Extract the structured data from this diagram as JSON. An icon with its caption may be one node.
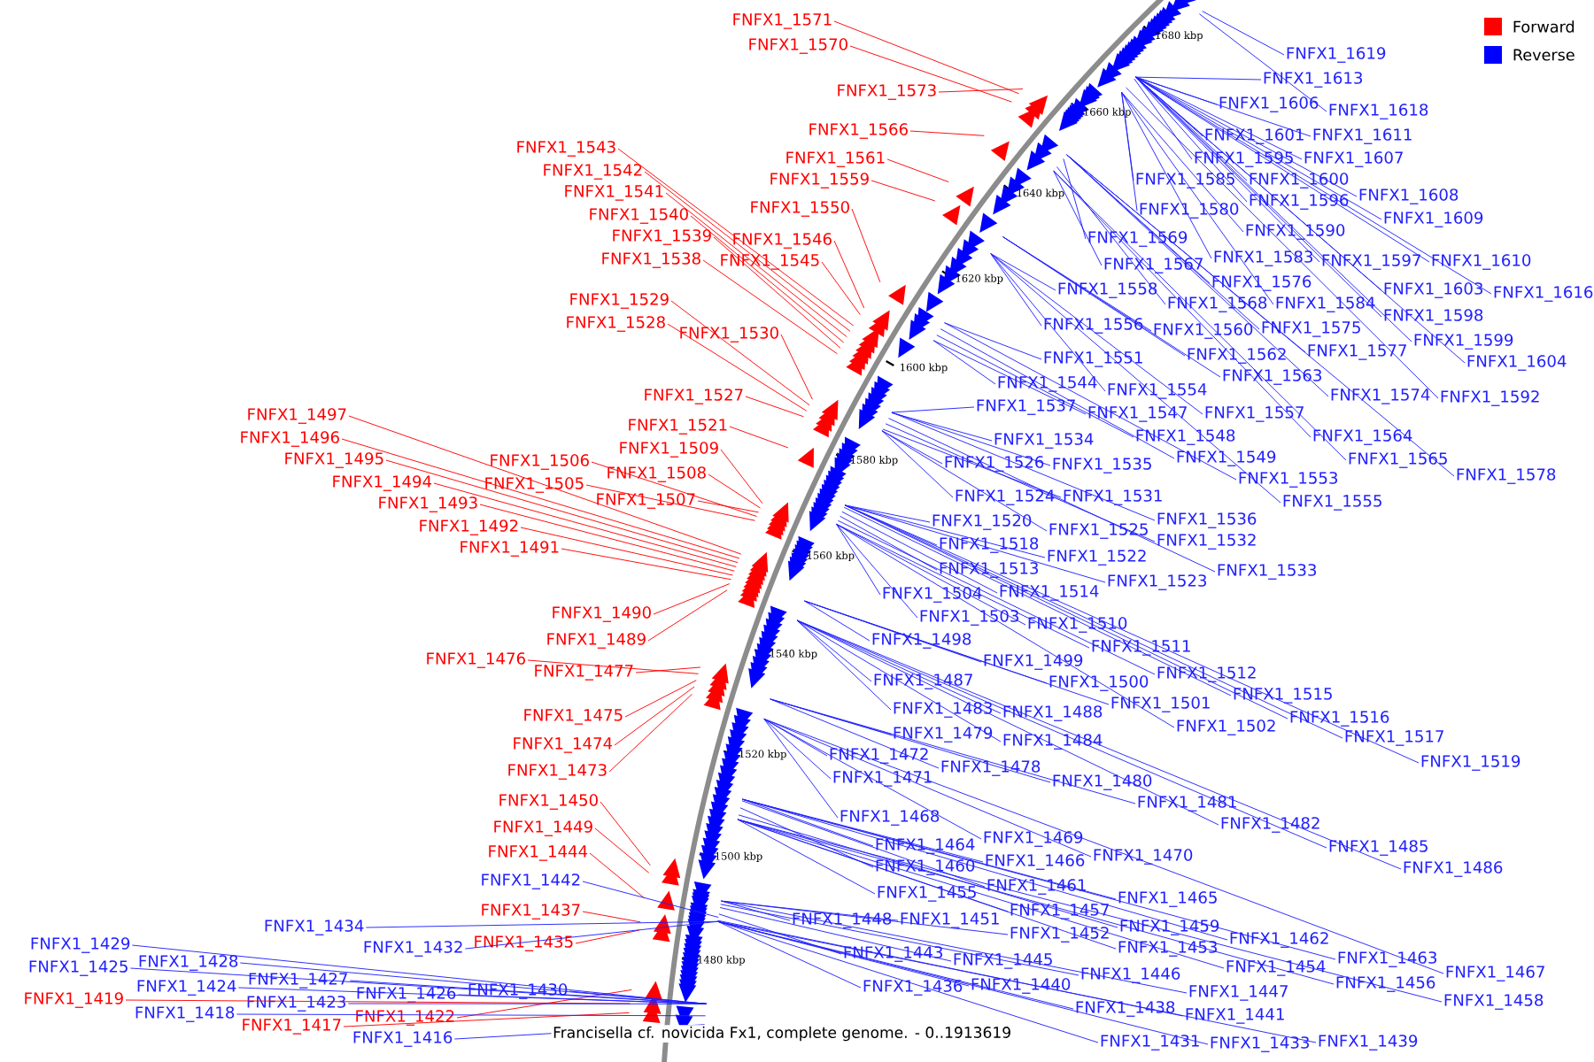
{
  "diagram": {
    "caption": "Francisella cf. novicida Fx1, complete genome. - 0..1913619",
    "nodes": [
      {
        "text": [
          "FNFX1_1571"
        ]
      },
      {
        "text": [
          "FNFX1_1570"
        ]
      },
      {
        "text": [
          "FNFX1_1573"
        ]
      },
      {
        "text": [
          "FNFX1_1566"
        ]
      },
      {
        "text": [
          "FNFX1_1561"
        ]
      },
      {
        "text": [
          "FNFX1_1559"
        ]
      },
      {
        "text": [
          "FNFX1_1550"
        ]
      },
      {
        "text": [
          "FNFX1_1543"
        ]
      },
      {
        "text": [
          "FNFX1_1542"
        ]
      },
      {
        "text": [
          "FNFX1_1541"
        ]
      },
      {
        "text": [
          "FNFX1_1540"
        ]
      },
      {
        "text": [
          "FNFX1_1539"
        ]
      },
      {
        "text": [
          "FNFX1_1546"
        ]
      },
      {
        "text": [
          "FNFX1_1538"
        ]
      },
      {
        "text": [
          "FNFX1_1545"
        ]
      },
      {
        "text": [
          "FNFX1_1529"
        ]
      },
      {
        "text": [
          "FNFX1_1528"
        ]
      },
      {
        "text": [
          "FNFX1_1530"
        ]
      },
      {
        "text": [
          "FNFX1_1527"
        ]
      },
      {
        "text": [
          "FNFX1_1497"
        ]
      },
      {
        "text": [
          "FNFX1_1521"
        ]
      },
      {
        "text": [
          "FNFX1_1496"
        ]
      },
      {
        "text": [
          "FNFX1_1509"
        ]
      },
      {
        "text": [
          "FNFX1_1495"
        ]
      },
      {
        "text": [
          "FNFX1_1506"
        ]
      },
      {
        "text": [
          "FNFX1_1508"
        ]
      },
      {
        "text": [
          "FNFX1_1494"
        ]
      },
      {
        "text": [
          "FNFX1_1505"
        ]
      },
      {
        "text": [
          "FNFX1_1507"
        ]
      },
      {
        "text": [
          "FNFX1_1493"
        ]
      },
      {
        "text": [
          "FNFX1_1492"
        ]
      },
      {
        "text": [
          "FNFX1_1491"
        ]
      },
      {
        "text": [
          "FNFX1_1490"
        ]
      },
      {
        "text": [
          "FNFX1_1489"
        ]
      },
      {
        "text": [
          "FNFX1_1476"
        ]
      },
      {
        "text": [
          "FNFX1_1477"
        ]
      },
      {
        "text": [
          "FNFX1_1475"
        ]
      },
      {
        "text": [
          "FNFX1_1474"
        ]
      },
      {
        "text": [
          "FNFX1_1473"
        ]
      },
      {
        "text": [
          "FNFX1_1450"
        ]
      },
      {
        "text": [
          "FNFX1_1449"
        ]
      },
      {
        "text": [
          "FNFX1_1444"
        ]
      },
      {
        "text": [
          "FNFX1_1437"
        ]
      },
      {
        "text": [
          "FNFX1_1435"
        ]
      },
      {
        "text": [
          "FNFX1_1419"
        ]
      },
      {
        "text": [
          "FNFX1_1422"
        ]
      },
      {
        "text": [
          "FNFX1_1417"
        ]
      },
      {
        "text": [
          "FNFX1_1619"
        ]
      },
      {
        "text": [
          "FNFX1_1613"
        ]
      },
      {
        "text": [
          "FNFX1_1606"
        ]
      },
      {
        "text": [
          "FNFX1_1618"
        ]
      },
      {
        "text": [
          "FNFX1_1601"
        ]
      },
      {
        "text": [
          "FNFX1_1611"
        ]
      },
      {
        "text": [
          "FNFX1_1595"
        ]
      },
      {
        "text": [
          "FNFX1_1607"
        ]
      },
      {
        "text": [
          "FNFX1_1585"
        ]
      },
      {
        "text": [
          "FNFX1_1600"
        ]
      },
      {
        "text": [
          "FNFX1_1608"
        ]
      },
      {
        "text": [
          "FNFX1_1596"
        ]
      },
      {
        "text": [
          "FNFX1_1580"
        ]
      },
      {
        "text": [
          "FNFX1_1609"
        ]
      },
      {
        "text": [
          "FNFX1_1590"
        ]
      },
      {
        "text": [
          "FNFX1_1569"
        ]
      },
      {
        "text": [
          "FNFX1_1583"
        ]
      },
      {
        "text": [
          "FNFX1_1597"
        ]
      },
      {
        "text": [
          "FNFX1_1610"
        ]
      },
      {
        "text": [
          "FNFX1_1567"
        ]
      },
      {
        "text": [
          "FNFX1_1576"
        ]
      },
      {
        "text": [
          "FNFX1_1603"
        ]
      },
      {
        "text": [
          "FNFX1_1616"
        ]
      },
      {
        "text": [
          "FNFX1_1558"
        ]
      },
      {
        "text": [
          "FNFX1_1568"
        ]
      },
      {
        "text": [
          "FNFX1_1584"
        ]
      },
      {
        "text": [
          "FNFX1_1598"
        ]
      },
      {
        "text": [
          "FNFX1_1556"
        ]
      },
      {
        "text": [
          "FNFX1_1575"
        ]
      },
      {
        "text": [
          "FNFX1_1560"
        ]
      },
      {
        "text": [
          "FNFX1_1599"
        ]
      },
      {
        "text": [
          "FNFX1_1577"
        ]
      },
      {
        "text": [
          "FNFX1_1562"
        ]
      },
      {
        "text": [
          "FNFX1_1551"
        ]
      },
      {
        "text": [
          "FNFX1_1604"
        ]
      },
      {
        "text": [
          "FNFX1_1563"
        ]
      },
      {
        "text": [
          "FNFX1_1544"
        ]
      },
      {
        "text": [
          "FNFX1_1554"
        ]
      },
      {
        "text": [
          "FNFX1_1574"
        ]
      },
      {
        "text": [
          "FNFX1_1592"
        ]
      },
      {
        "text": [
          "FNFX1_1537"
        ]
      },
      {
        "text": [
          "FNFX1_1547"
        ]
      },
      {
        "text": [
          "FNFX1_1557"
        ]
      },
      {
        "text": [
          "FNFX1_1548"
        ]
      },
      {
        "text": [
          "FNFX1_1564"
        ]
      },
      {
        "text": [
          "FNFX1_1534"
        ]
      },
      {
        "text": [
          "FNFX1_1549"
        ]
      },
      {
        "text": [
          "FNFX1_1565"
        ]
      },
      {
        "text": [
          "FNFX1_1526"
        ]
      },
      {
        "text": [
          "FNFX1_1535"
        ]
      },
      {
        "text": [
          "FNFX1_1578"
        ]
      },
      {
        "text": [
          "FNFX1_1553"
        ]
      },
      {
        "text": [
          "FNFX1_1524"
        ]
      },
      {
        "text": [
          "FNFX1_1531"
        ]
      },
      {
        "text": [
          "FNFX1_1555"
        ]
      },
      {
        "text": [
          "FNFX1_1536"
        ]
      },
      {
        "text": [
          "FNFX1_1520"
        ]
      },
      {
        "text": [
          "FNFX1_1525"
        ]
      },
      {
        "text": [
          "FNFX1_1532"
        ]
      },
      {
        "text": [
          "FNFX1_1518"
        ]
      },
      {
        "text": [
          "FNFX1_1522"
        ]
      },
      {
        "text": [
          "FNFX1_1513"
        ]
      },
      {
        "text": [
          "FNFX1_1533"
        ]
      },
      {
        "text": [
          "FNFX1_1523"
        ]
      },
      {
        "text": [
          "FNFX1_1514"
        ]
      },
      {
        "text": [
          "FNFX1_1504"
        ]
      },
      {
        "text": [
          "FNFX1_1503"
        ]
      },
      {
        "text": [
          "FNFX1_1510"
        ]
      },
      {
        "text": [
          "FNFX1_1498"
        ]
      },
      {
        "text": [
          "FNFX1_1511"
        ]
      },
      {
        "text": [
          "FNFX1_1499"
        ]
      },
      {
        "text": [
          "FNFX1_1512"
        ]
      },
      {
        "text": [
          "FNFX1_1487"
        ]
      },
      {
        "text": [
          "FNFX1_1500"
        ]
      },
      {
        "text": [
          "FNFX1_1515"
        ]
      },
      {
        "text": [
          "FNFX1_1501"
        ]
      },
      {
        "text": [
          "FNFX1_1483"
        ]
      },
      {
        "text": [
          "FNFX1_1488"
        ]
      },
      {
        "text": [
          "FNFX1_1516"
        ]
      },
      {
        "text": [
          "FNFX1_1502"
        ]
      },
      {
        "text": [
          "FNFX1_1479"
        ]
      },
      {
        "text": [
          "FNFX1_1517"
        ]
      },
      {
        "text": [
          "FNFX1_1484"
        ]
      },
      {
        "text": [
          "FNFX1_1472"
        ]
      },
      {
        "text": [
          "FNFX1_1519"
        ]
      },
      {
        "text": [
          "FNFX1_1478"
        ]
      },
      {
        "text": [
          "FNFX1_1471"
        ]
      },
      {
        "text": [
          "FNFX1_1480"
        ]
      },
      {
        "text": [
          "FNFX1_1481"
        ]
      },
      {
        "text": [
          "FNFX1_1468"
        ]
      },
      {
        "text": [
          "FNFX1_1482"
        ]
      },
      {
        "text": [
          "FNFX1_1469"
        ]
      },
      {
        "text": [
          "FNFX1_1464"
        ]
      },
      {
        "text": [
          "FNFX1_1485"
        ]
      },
      {
        "text": [
          "FNFX1_1470"
        ]
      },
      {
        "text": [
          "FNFX1_1466"
        ]
      },
      {
        "text": [
          "FNFX1_1460"
        ]
      },
      {
        "text": [
          "FNFX1_1486"
        ]
      },
      {
        "text": [
          "FNFX1_1442"
        ]
      },
      {
        "text": [
          "FNFX1_1461"
        ]
      },
      {
        "text": [
          "FNFX1_1455"
        ]
      },
      {
        "text": [
          "FNFX1_1465"
        ]
      },
      {
        "text": [
          "FNFX1_1457"
        ]
      },
      {
        "text": [
          "FNFX1_1448"
        ]
      },
      {
        "text": [
          "FNFX1_1451"
        ]
      },
      {
        "text": [
          "FNFX1_1434"
        ]
      },
      {
        "text": [
          "FNFX1_1459"
        ]
      },
      {
        "text": [
          "FNFX1_1452"
        ]
      },
      {
        "text": [
          "FNFX1_1462"
        ]
      },
      {
        "text": [
          "FNFX1_1429"
        ]
      },
      {
        "text": [
          "FNFX1_1432"
        ]
      },
      {
        "text": [
          "FNFX1_1453"
        ]
      },
      {
        "text": [
          "FNFX1_1443"
        ]
      },
      {
        "text": [
          "FNFX1_1463"
        ]
      },
      {
        "text": [
          "FNFX1_1445"
        ]
      },
      {
        "text": [
          "FNFX1_1428"
        ]
      },
      {
        "text": [
          "FNFX1_1425"
        ]
      },
      {
        "text": [
          "FNFX1_1454"
        ]
      },
      {
        "text": [
          "FNFX1_1467"
        ]
      },
      {
        "text": [
          "FNFX1_1446"
        ]
      },
      {
        "text": [
          "FNFX1_1427"
        ]
      },
      {
        "text": [
          "FNFX1_1456"
        ]
      },
      {
        "text": [
          "FNFX1_1440"
        ]
      },
      {
        "text": [
          "FNFX1_1436"
        ]
      },
      {
        "text": [
          "FNFX1_1424"
        ]
      },
      {
        "text": [
          "FNFX1_1430"
        ]
      },
      {
        "text": [
          "FNFX1_1447"
        ]
      },
      {
        "text": [
          "FNFX1_1426"
        ]
      },
      {
        "text": [
          "FNFX1_1458"
        ]
      },
      {
        "text": [
          "FNFX1_1423"
        ]
      },
      {
        "text": [
          "FNFX1_1438"
        ]
      },
      {
        "text": [
          "FNFX1_1418"
        ]
      },
      {
        "text": [
          "FNFX1_1441"
        ]
      },
      {
        "text": [
          "FNFX1_1416"
        ]
      },
      {
        "text": [
          "FNFX1_1439"
        ]
      },
      {
        "text": [
          "FNFX1_1431"
        ]
      },
      {
        "text": [
          "FNFX1_1433"
        ]
      }
    ],
    "edges": [
      {
        "from": 0,
        "to": null,
        "arrow": "none",
        "color": "#ff0000"
      },
      {
        "from": 1,
        "to": null,
        "arrow": "none",
        "color": "#ff0000"
      },
      {
        "from": 2,
        "to": null,
        "arrow": "none",
        "color": "#ff0000"
      },
      {
        "from": 3,
        "to": null,
        "arrow": "none",
        "color": "#ff0000"
      },
      {
        "from": 4,
        "to": null,
        "arrow": "none",
        "color": "#ff0000"
      },
      {
        "from": 5,
        "to": null,
        "arrow": "none",
        "color": "#ff0000"
      },
      {
        "from": 6,
        "to": null,
        "arrow": "none",
        "color": "#ff0000"
      },
      {
        "from": 7,
        "to": null,
        "arrow": "none",
        "color": "#ff0000"
      },
      {
        "from": 8,
        "to": null,
        "arrow": "none",
        "color": "#ff0000"
      },
      {
        "from": 9,
        "to": null,
        "arrow": "none",
        "color": "#ff0000"
      },
      {
        "from": 10,
        "to": null,
        "arrow": "none",
        "color": "#ff0000"
      },
      {
        "from": 11,
        "to": null,
        "arrow": "none",
        "color": "#ff0000"
      },
      {
        "from": 12,
        "to": null,
        "arrow": "none",
        "color": "#ff0000"
      },
      {
        "from": 13,
        "to": null,
        "arrow": "none",
        "color": "#ff0000"
      },
      {
        "from": 14,
        "to": null,
        "arrow": "none",
        "color": "#ff0000"
      },
      {
        "from": 15,
        "to": null,
        "arrow": "none",
        "color": "#ff0000"
      },
      {
        "from": 16,
        "to": null,
        "arrow": "none",
        "color": "#ff0000"
      },
      {
        "from": 17,
        "to": null,
        "arrow": "none",
        "color": "#ff0000"
      },
      {
        "from": 18,
        "to": null,
        "arrow": "none",
        "color": "#ff0000"
      },
      {
        "from": 19,
        "to": null,
        "arrow": "none",
        "color": "#ff0000"
      },
      {
        "from": 20,
        "to": null,
        "arrow": "none",
        "color": "#ff0000"
      },
      {
        "from": 21,
        "to": null,
        "arrow": "none",
        "color": "#ff0000"
      },
      {
        "from": 22,
        "to": null,
        "arrow": "none",
        "color": "#ff0000"
      },
      {
        "from": 23,
        "to": null,
        "arrow": "none",
        "color": "#ff0000"
      },
      {
        "from": 24,
        "to": null,
        "arrow": "none",
        "color": "#ff0000"
      },
      {
        "from": 25,
        "to": null,
        "arrow": "none",
        "color": "#ff0000"
      },
      {
        "from": 26,
        "to": null,
        "arrow": "none",
        "color": "#ff0000"
      },
      {
        "from": 27,
        "to": null,
        "arrow": "none",
        "color": "#ff0000"
      },
      {
        "from": 28,
        "to": null,
        "arrow": "none",
        "color": "#ff0000"
      },
      {
        "from": 29,
        "to": null,
        "arrow": "none",
        "color": "#ff0000"
      },
      {
        "from": 30,
        "to": null,
        "arrow": "none",
        "color": "#ff0000"
      },
      {
        "from": 31,
        "to": null,
        "arrow": "none",
        "color": "#ff0000"
      },
      {
        "from": 32,
        "to": null,
        "arrow": "none",
        "color": "#ff0000"
      },
      {
        "from": 33,
        "to": null,
        "arrow": "none",
        "color": "#ff0000"
      },
      {
        "from": 34,
        "to": null,
        "arrow": "none",
        "color": "#ff0000"
      },
      {
        "from": 35,
        "to": null,
        "arrow": "none",
        "color": "#ff0000"
      },
      {
        "from": 36,
        "to": null,
        "arrow": "none",
        "color": "#ff0000"
      },
      {
        "from": 37,
        "to": null,
        "arrow": "none",
        "color": "#ff0000"
      },
      {
        "from": 38,
        "to": null,
        "arrow": "none",
        "color": "#ff0000"
      },
      {
        "from": 39,
        "to": null,
        "arrow": "none",
        "color": "#ff0000"
      },
      {
        "from": 40,
        "to": null,
        "arrow": "none",
        "color": "#ff0000"
      },
      {
        "from": 41,
        "to": null,
        "arrow": "none",
        "color": "#ff0000"
      },
      {
        "from": 42,
        "to": null,
        "arrow": "none",
        "color": "#ff0000"
      },
      {
        "from": 43,
        "to": null,
        "arrow": "none",
        "color": "#ff0000"
      },
      {
        "from": 44,
        "to": null,
        "arrow": "none",
        "color": "#ff0000"
      },
      {
        "from": 45,
        "to": null,
        "arrow": "none",
        "color": "#ff0000"
      },
      {
        "from": 46,
        "to": null,
        "arrow": "none",
        "color": "#ff0000"
      },
      {
        "from": 47,
        "to": null,
        "arrow": "none"
      },
      {
        "from": 48,
        "to": null,
        "arrow": "none"
      },
      {
        "from": 49,
        "to": null,
        "arrow": "none"
      },
      {
        "from": 50,
        "to": null,
        "arrow": "none"
      },
      {
        "from": 51,
        "to": null,
        "arrow": "none"
      },
      {
        "from": 52,
        "to": null,
        "arrow": "none"
      },
      {
        "from": 53,
        "to": null,
        "arrow": "none"
      },
      {
        "from": 54,
        "to": null,
        "arrow": "none"
      },
      {
        "from": 55,
        "to": null,
        "arrow": "none"
      },
      {
        "from": 56,
        "to": null,
        "arrow": "none"
      },
      {
        "from": 57,
        "to": null,
        "arrow": "none"
      },
      {
        "from": 58,
        "to": null,
        "arrow": "none"
      },
      {
        "from": 59,
        "to": null,
        "arrow": "none"
      },
      {
        "from": 60,
        "to": null,
        "arrow": "none"
      },
      {
        "from": 61,
        "to": null,
        "arrow": "none"
      },
      {
        "from": 62,
        "to": null,
        "arrow": "none"
      },
      {
        "from": 63,
        "to": null,
        "arrow": "none"
      },
      {
        "from": 64,
        "to": null,
        "arrow": "none"
      },
      {
        "from": 65,
        "to": null,
        "arrow": "none"
      },
      {
        "from": 66,
        "to": null,
        "arrow": "none"
      },
      {
        "from": 67,
        "to": null,
        "arrow": "none"
      },
      {
        "from": 68,
        "to": null,
        "arrow": "none"
      },
      {
        "from": 69,
        "to": null,
        "arrow": "none"
      },
      {
        "from": 70,
        "to": null,
        "arrow": "none"
      },
      {
        "from": 71,
        "to": null,
        "arrow": "none"
      },
      {
        "from": 72,
        "to": null,
        "arrow": "none"
      },
      {
        "from": 73,
        "to": null,
        "arrow": "none"
      },
      {
        "from": 74,
        "to": null,
        "arrow": "none"
      },
      {
        "from": 75,
        "to": null,
        "arrow": "none"
      },
      {
        "from": 76,
        "to": null,
        "arrow": "none"
      },
      {
        "from": 77,
        "to": null,
        "arrow": "none"
      },
      {
        "from": 78,
        "to": null,
        "arrow": "none"
      },
      {
        "from": 79,
        "to": null,
        "arrow": "none"
      },
      {
        "from": 80,
        "to": null,
        "arrow": "none"
      },
      {
        "from": 81,
        "to": null,
        "arrow": "none"
      },
      {
        "from": 82,
        "to": null,
        "arrow": "none"
      },
      {
        "from": 83,
        "to": null,
        "arrow": "none"
      },
      {
        "from": 84,
        "to": null,
        "arrow": "none"
      },
      {
        "from": 85,
        "to": null,
        "arrow": "none"
      },
      {
        "from": 86,
        "to": null,
        "arrow": "none"
      },
      {
        "from": 87,
        "to": null,
        "arrow": "none"
      },
      {
        "from": 88,
        "to": null,
        "arrow": "none"
      },
      {
        "from": 89,
        "to": null,
        "arrow": "none"
      },
      {
        "from": 90,
        "to": null,
        "arrow": "none"
      },
      {
        "from": 91,
        "to": null,
        "arrow": "none"
      },
      {
        "from": 92,
        "to": null,
        "arrow": "none"
      },
      {
        "from": 93,
        "to": null,
        "arrow": "none"
      },
      {
        "from": 94,
        "to": null,
        "arrow": "none"
      },
      {
        "from": 95,
        "to": null,
        "arrow": "none"
      },
      {
        "from": 96,
        "to": null,
        "arrow": "none"
      },
      {
        "from": 97,
        "to": null,
        "arrow": "none"
      },
      {
        "from": 98,
        "to": null,
        "arrow": "none"
      },
      {
        "from": 99,
        "to": null,
        "arrow": "none"
      },
      {
        "from": 100,
        "to": null,
        "arrow": "none"
      },
      {
        "from": 101,
        "to": null,
        "arrow": "none"
      },
      {
        "from": 102,
        "to": null,
        "arrow": "none"
      },
      {
        "from": 103,
        "to": null,
        "arrow": "none"
      },
      {
        "from": 104,
        "to": null,
        "arrow": "none"
      },
      {
        "from": 105,
        "to": null,
        "arrow": "none"
      },
      {
        "from": 106,
        "to": null,
        "arrow": "none"
      },
      {
        "from": 107,
        "to": null,
        "arrow": "none"
      },
      {
        "from": 108,
        "to": null,
        "arrow": "none"
      },
      {
        "from": 109,
        "to": null,
        "arrow": "none"
      },
      {
        "from": 110,
        "to": null,
        "arrow": "none"
      },
      {
        "from": 111,
        "to": null,
        "arrow": "none"
      },
      {
        "from": 112,
        "to": null,
        "arrow": "none"
      },
      {
        "from": 113,
        "to": null,
        "arrow": "none"
      },
      {
        "from": 114,
        "to": null,
        "arrow": "none"
      },
      {
        "from": 115,
        "to": null,
        "arrow": "none"
      },
      {
        "from": 116,
        "to": null,
        "arrow": "none"
      },
      {
        "from": 117,
        "to": null,
        "arrow": "none"
      },
      {
        "from": 118,
        "to": null,
        "arrow": "none"
      },
      {
        "from": 119,
        "to": null,
        "arrow": "none"
      },
      {
        "from": 120,
        "to": null,
        "arrow": "none"
      },
      {
        "from": 121,
        "to": null,
        "arrow": "none"
      },
      {
        "from": 122,
        "to": null,
        "arrow": "none"
      },
      {
        "from": 123,
        "to": null,
        "arrow": "none"
      },
      {
        "from": 124,
        "to": null,
        "arrow": "none"
      },
      {
        "from": 125,
        "to": null,
        "arrow": "none"
      },
      {
        "from": 126,
        "to": null,
        "arrow": "none"
      },
      {
        "from": 127,
        "to": null,
        "arrow": "none"
      },
      {
        "from": 128,
        "to": null,
        "arrow": "none"
      },
      {
        "from": 129,
        "to": null,
        "arrow": "none"
      },
      {
        "from": 130,
        "to": null,
        "arrow": "none"
      },
      {
        "from": 131,
        "to": null,
        "arrow": "none"
      },
      {
        "from": 132,
        "to": null,
        "arrow": "none"
      },
      {
        "from": 133,
        "to": null,
        "arrow": "none"
      },
      {
        "from": 134,
        "to": null,
        "arrow": "none"
      },
      {
        "from": 135,
        "to": null,
        "arrow": "none"
      },
      {
        "from": 136,
        "to": null,
        "arrow": "none"
      },
      {
        "from": 137,
        "to": null,
        "arrow": "none"
      },
      {
        "from": 138,
        "to": null,
        "arrow": "none"
      },
      {
        "from": 139,
        "to": null,
        "arrow": "none"
      },
      {
        "from": 140,
        "to": null,
        "arrow": "none"
      },
      {
        "from": 141,
        "to": null,
        "arrow": "none"
      },
      {
        "from": 142,
        "to": null,
        "arrow": "none"
      },
      {
        "from": 143,
        "to": null,
        "arrow": "none"
      },
      {
        "from": 144,
        "to": null,
        "arrow": "none"
      },
      {
        "from": 145,
        "to": null,
        "arrow": "none"
      },
      {
        "from": 146,
        "to": null,
        "arrow": "none"
      },
      {
        "from": 147,
        "to": null,
        "arrow": "none"
      },
      {
        "from": 148,
        "to": null,
        "arrow": "none"
      },
      {
        "from": 149,
        "to": null,
        "arrow": "none"
      },
      {
        "from": 150,
        "to": null,
        "arrow": "none"
      },
      {
        "from": 151,
        "to": null,
        "arrow": "none"
      },
      {
        "from": 152,
        "to": null,
        "arrow": "none"
      },
      {
        "from": 153,
        "to": null,
        "arrow": "none"
      },
      {
        "from": 154,
        "to": null,
        "arrow": "none"
      },
      {
        "from": 155,
        "to": null,
        "arrow": "none"
      },
      {
        "from": 156,
        "to": null,
        "arrow": "none"
      },
      {
        "from": 157,
        "to": null,
        "arrow": "none"
      },
      {
        "from": 158,
        "to": null,
        "arrow": "none"
      },
      {
        "from": 159,
        "to": null,
        "arrow": "none"
      },
      {
        "from": 160,
        "to": null,
        "arrow": "none"
      },
      {
        "from": 161,
        "to": null,
        "arrow": "none"
      },
      {
        "from": 162,
        "to": null,
        "arrow": "none"
      },
      {
        "from": 163,
        "to": null,
        "arrow": "none"
      },
      {
        "from": 164,
        "to": null,
        "arrow": "none"
      },
      {
        "from": 165,
        "to": null,
        "arrow": "none"
      },
      {
        "from": 166,
        "to": null,
        "arrow": "none"
      },
      {
        "from": 167,
        "to": null,
        "arrow": "none"
      },
      {
        "from": 168,
        "to": null,
        "arrow": "none"
      },
      {
        "from": 169,
        "to": null,
        "arrow": "none"
      },
      {
        "from": 170,
        "to": null,
        "arrow": "none"
      },
      {
        "from": 171,
        "to": null,
        "arrow": "none"
      },
      {
        "from": 172,
        "to": null,
        "arrow": "none"
      },
      {
        "from": 173,
        "to": null,
        "arrow": "none"
      },
      {
        "from": 174,
        "to": null,
        "arrow": "none"
      },
      {
        "from": 175,
        "to": null,
        "arrow": "none"
      },
      {
        "from": 176,
        "to": null,
        "arrow": "none"
      },
      {
        "from": 177,
        "to": null,
        "arrow": "none"
      },
      {
        "from": 178,
        "to": null,
        "arrow": "none"
      },
      {
        "from": 179,
        "to": null,
        "arrow": "none"
      },
      {
        "from": 180,
        "to": null,
        "arrow": "none"
      },
      {
        "from": 181,
        "to": null,
        "arrow": "none"
      },
      {
        "from": 182,
        "to": null,
        "arrow": "none"
      },
      {
        "from": 183,
        "to": null,
        "arrow": "none"
      }
    ],
    "labels": [
      "1680 kbp",
      "1660 kbp",
      "1640 kbp",
      "1620 kbp",
      "1600 kbp",
      "1580 kbp",
      "1560 kbp",
      "1540 kbp",
      "1520 kbp",
      "1500 kbp",
      "1480 kbp"
    ],
    "legend": [
      {
        "text": "Forward",
        "color": "#ff0000"
      },
      {
        "text": "Reverse",
        "color": "#0000ff"
      }
    ]
  }
}
